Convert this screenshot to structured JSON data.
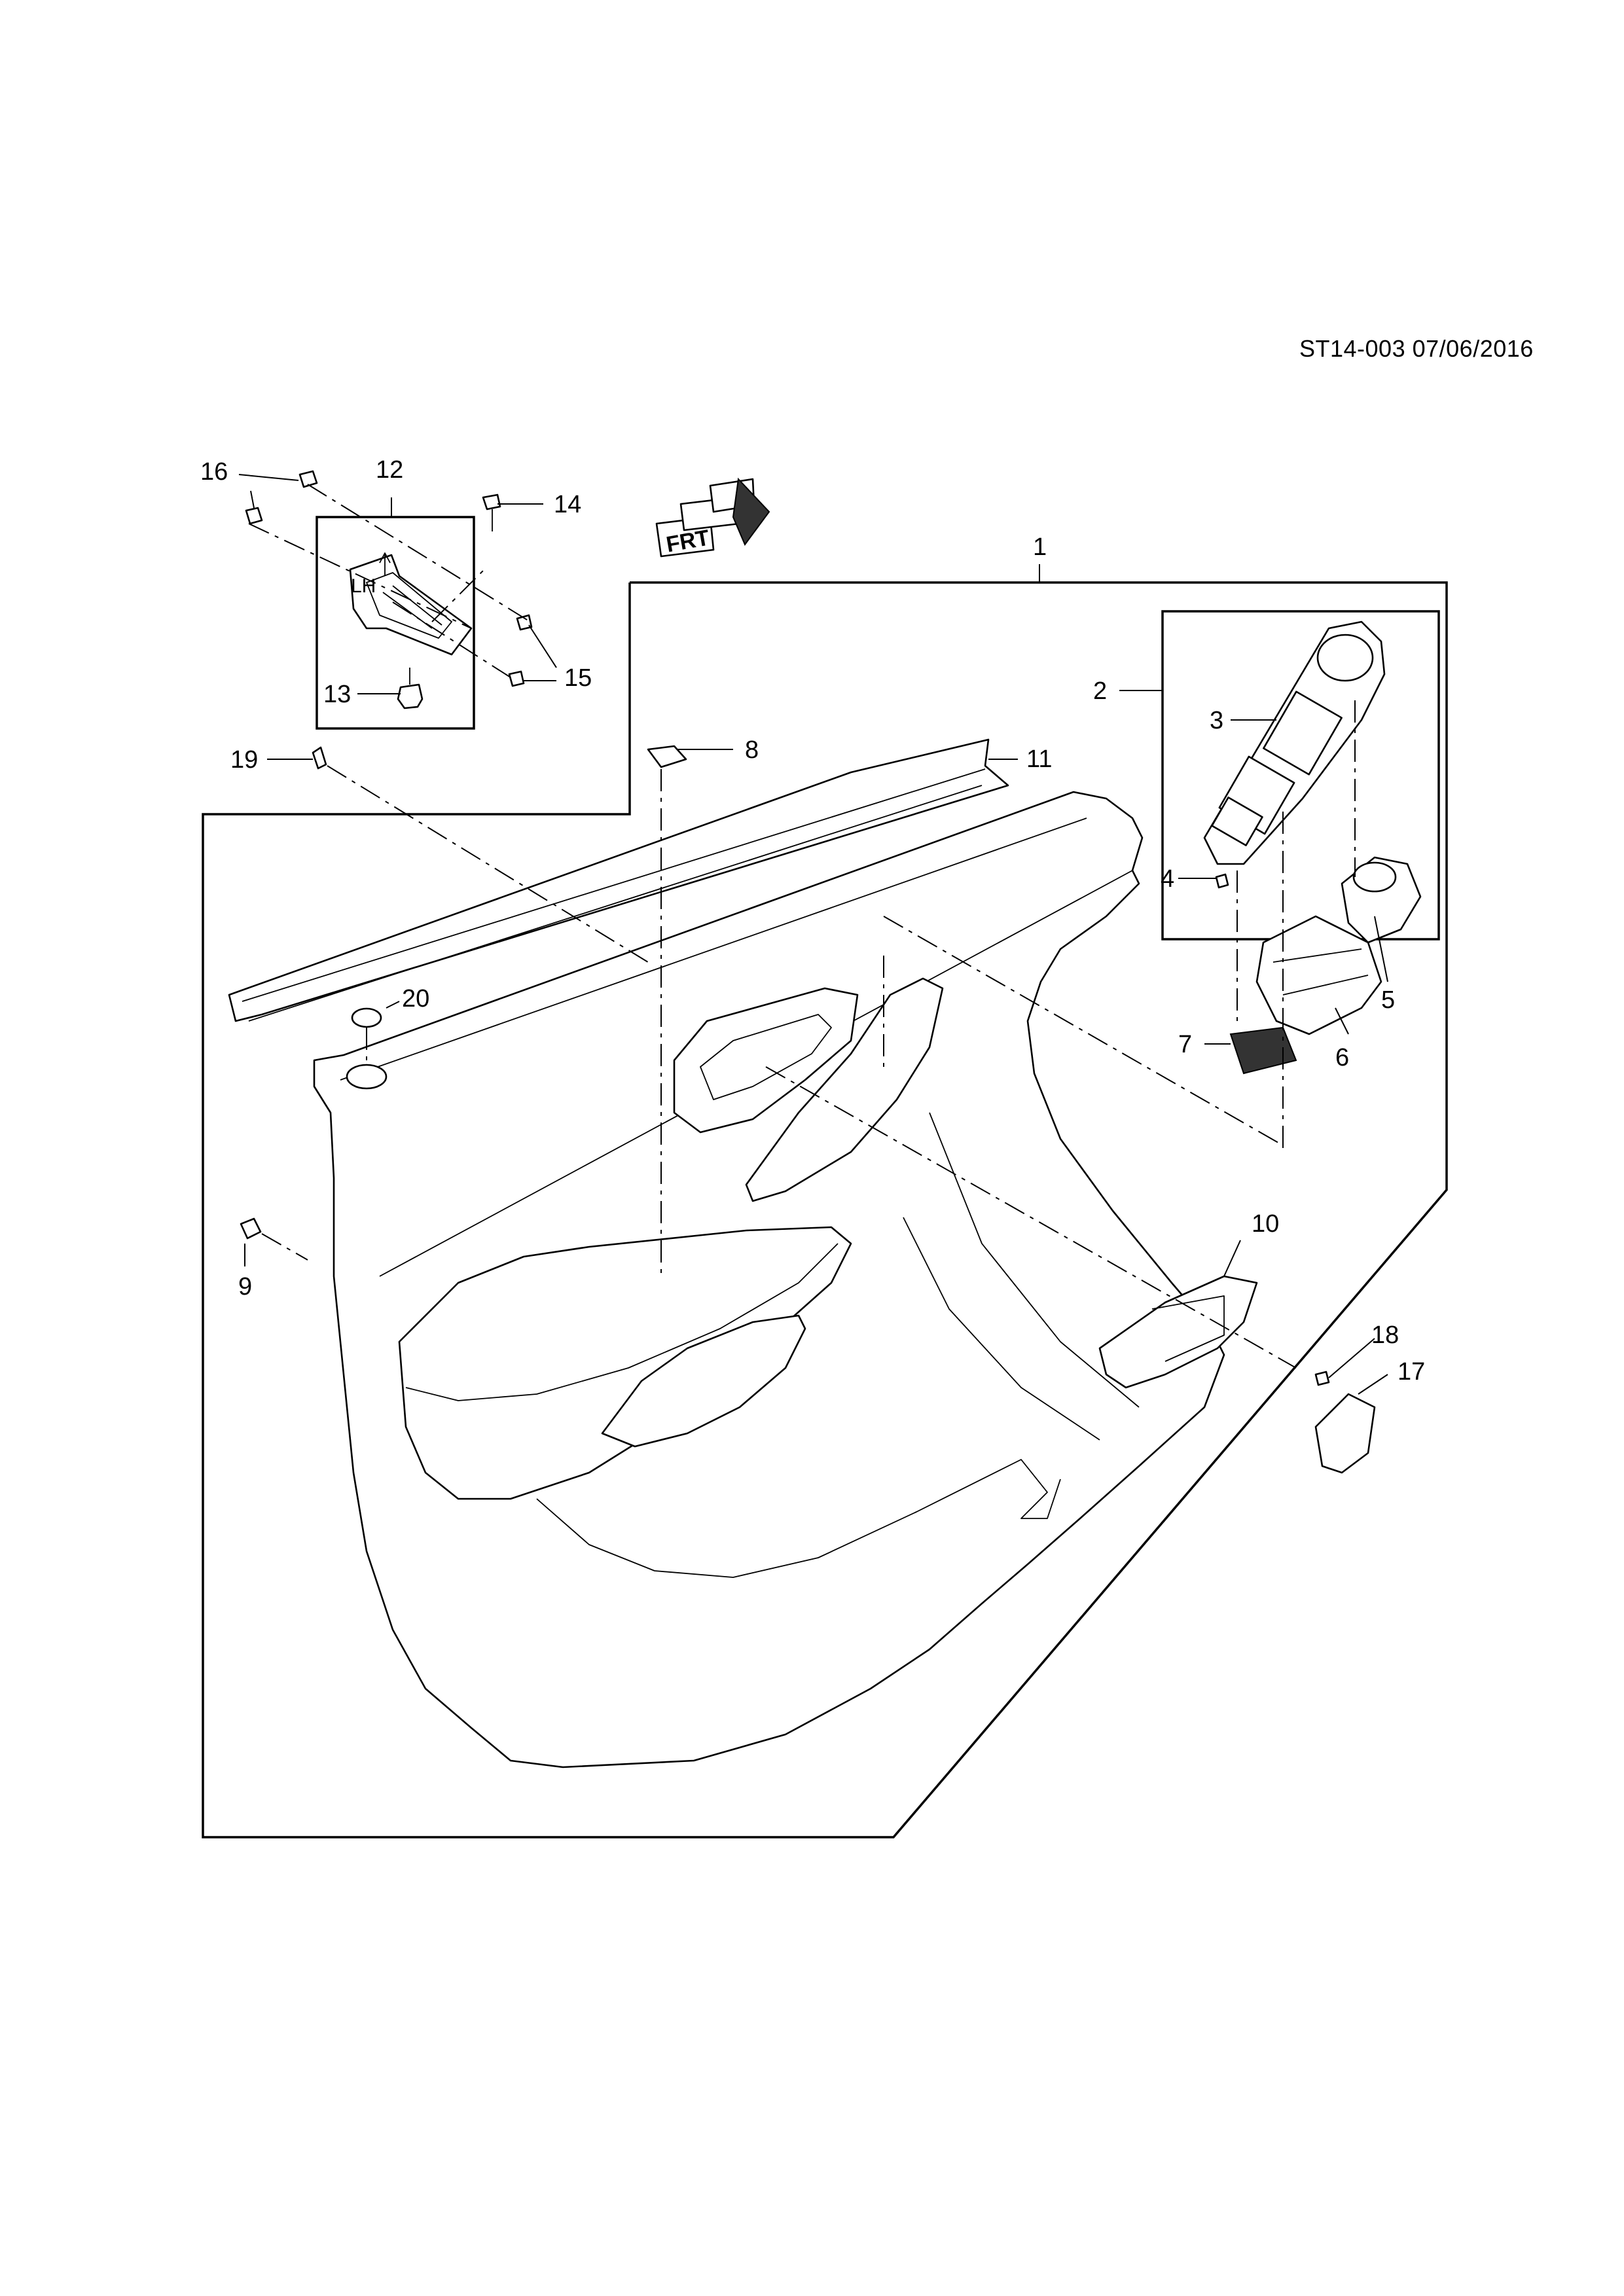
{
  "document_ref": "ST14-003 07/06/2016",
  "orientation_badge": {
    "text": "FRT"
  },
  "inset_bracket": {
    "side_mark": "LH"
  },
  "callouts": [
    {
      "number": "1"
    },
    {
      "number": "2"
    },
    {
      "number": "3"
    },
    {
      "number": "4"
    },
    {
      "number": "5"
    },
    {
      "number": "6"
    },
    {
      "number": "7"
    },
    {
      "number": "8"
    },
    {
      "number": "9"
    },
    {
      "number": "10"
    },
    {
      "number": "11"
    },
    {
      "number": "12"
    },
    {
      "number": "13"
    },
    {
      "number": "14"
    },
    {
      "number": "15"
    },
    {
      "number": "16"
    },
    {
      "number": "17"
    },
    {
      "number": "18"
    },
    {
      "number": "19"
    },
    {
      "number": "20"
    }
  ]
}
